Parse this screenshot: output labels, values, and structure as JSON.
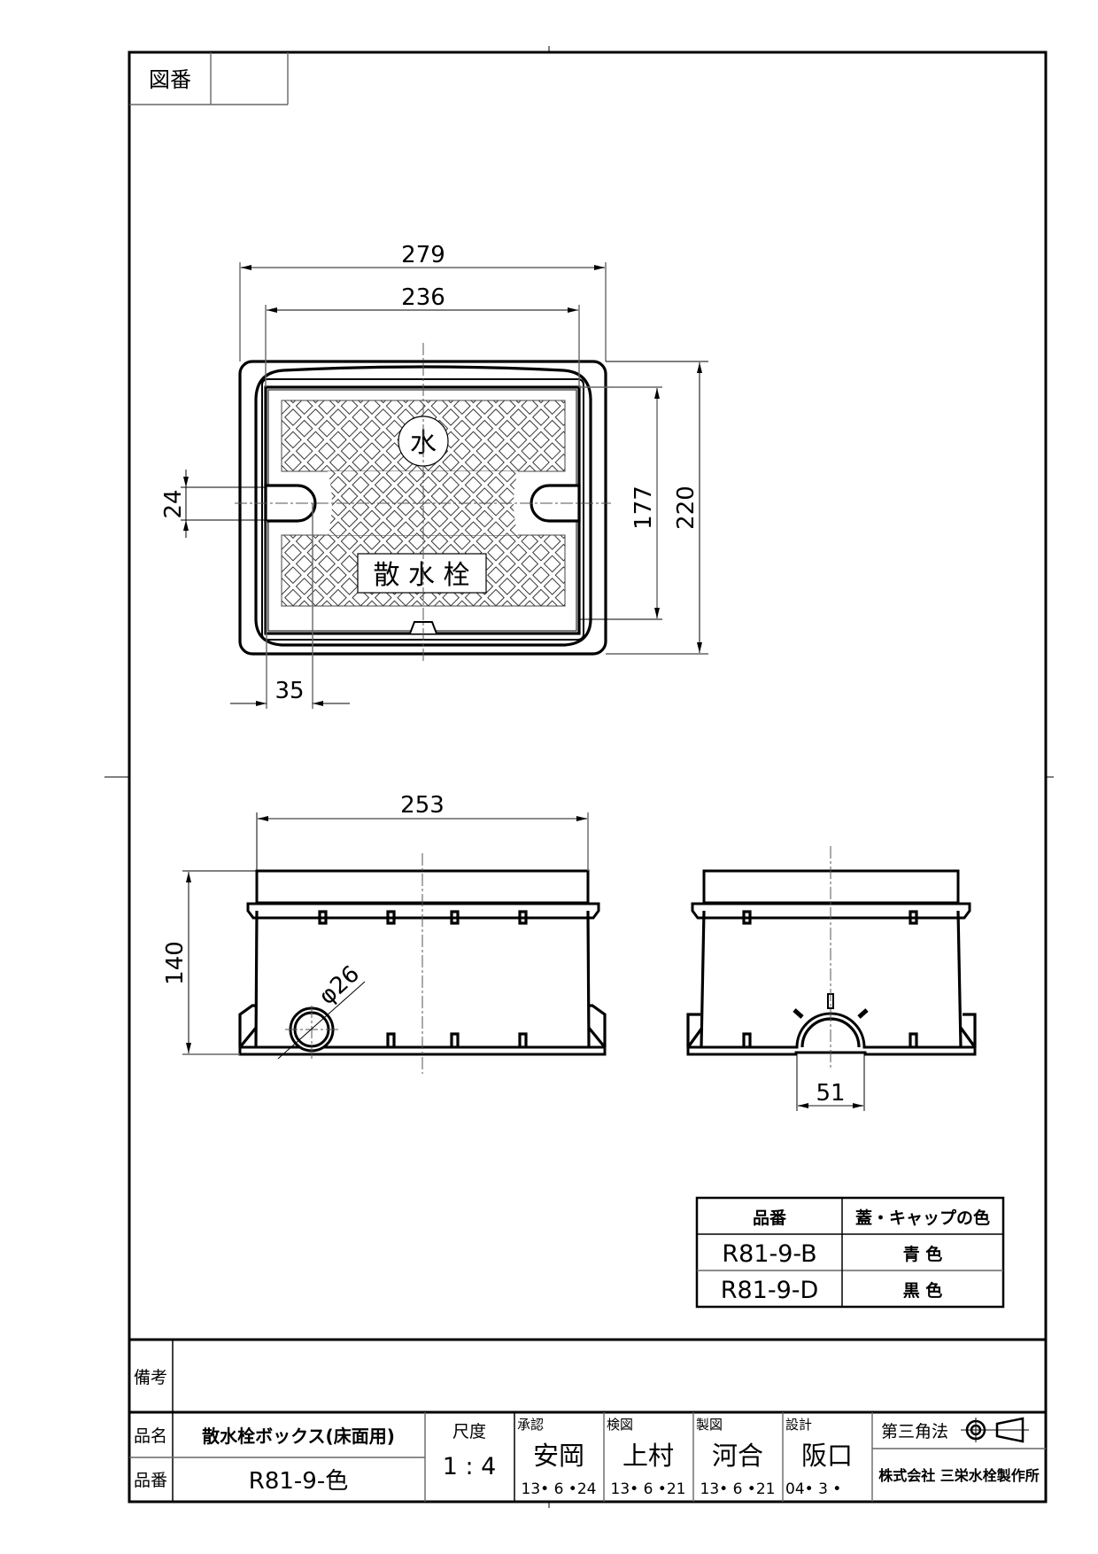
{
  "drawing_number_box": {
    "label": "図番",
    "value": ""
  },
  "top_view": {
    "dimensions": {
      "outer_width": "279",
      "inner_width": "236",
      "outer_depth": "220",
      "inner_depth": "177",
      "handle_height": "24",
      "handle_offset": "35"
    },
    "lid_emblem": "水",
    "lid_label": "散 水 栓"
  },
  "front_view": {
    "dimensions": {
      "width": "253",
      "height": "140",
      "hole_diameter": "φ26"
    }
  },
  "side_view": {
    "dimensions": {
      "cutout_width": "51"
    }
  },
  "color_table": {
    "headers": [
      "品番",
      "蓋・キャップの色"
    ],
    "rows": [
      {
        "part_number": "R81-9-B",
        "color": "青 色"
      },
      {
        "part_number": "R81-9-D",
        "color": "黒 色"
      }
    ]
  },
  "title_block": {
    "remarks_label": "備考",
    "remarks_value": "",
    "product_name_label": "品名",
    "product_name": "散水栓ボックス(床面用)",
    "part_number_label": "品番",
    "part_number": "R81-9-色",
    "scale_label": "尺度",
    "scale": "1 : 4",
    "signatures": [
      {
        "role": "承認",
        "name": "安岡",
        "date": "13• 6 •24"
      },
      {
        "role": "検図",
        "name": "上村",
        "date": "13• 6 •21"
      },
      {
        "role": "製図",
        "name": "河合",
        "date": "13• 6 •21"
      },
      {
        "role": "設計",
        "name": "阪口",
        "date": "04• 3 •"
      }
    ],
    "projection_method": "第三角法",
    "company": "株式会社 三栄水栓製作所"
  }
}
